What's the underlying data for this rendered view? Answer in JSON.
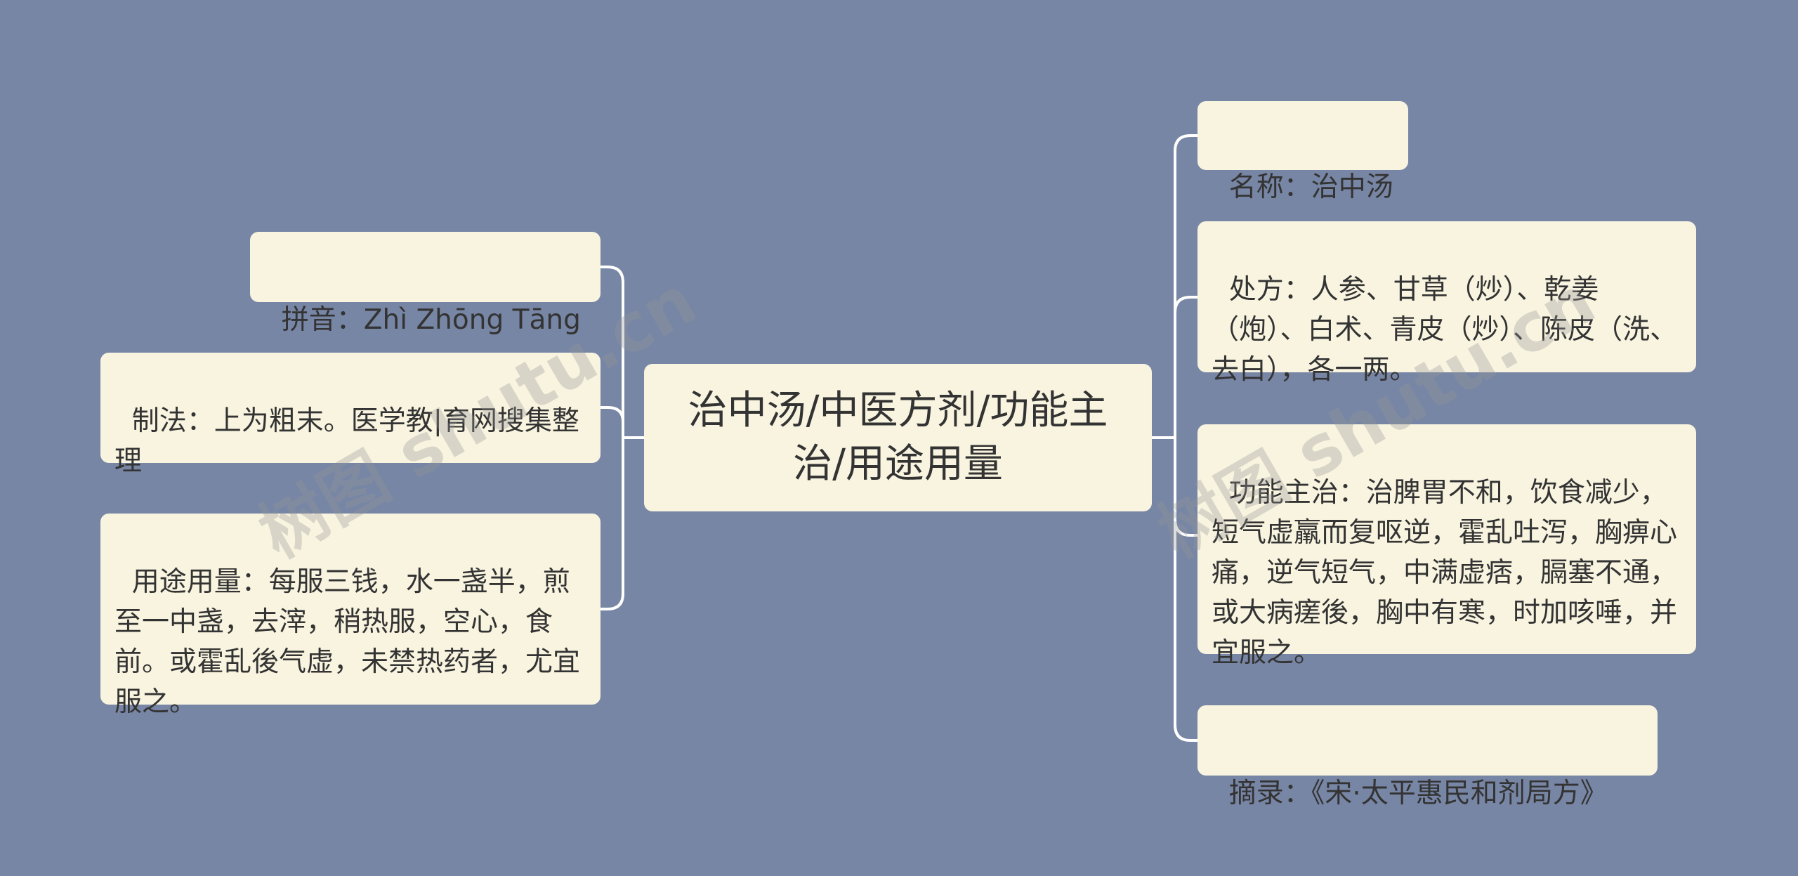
{
  "root": {
    "title": "治中汤/中医方剂/功能主治/用途用量"
  },
  "left_nodes": [
    {
      "text": "拼音：Zhì Zhōng Tāng"
    },
    {
      "text": "制法：上为粗末。医学教|育网搜集整理"
    },
    {
      "text": "用途用量：每服三钱，水一盏半，煎至一中盏，去滓，稍热服，空心，食前。或霍乱後气虚，未禁热药者，尤宜服之。"
    }
  ],
  "right_nodes": [
    {
      "text": "名称：治中汤"
    },
    {
      "text": "处方：人参、甘草（炒）、乾姜（炮）、白术、青皮（炒）、陈皮（洗、去白），各一两。"
    },
    {
      "text": "功能主治：治脾胃不和，饮食减少，短气虚羸而复呕逆，霍乱吐泻，胸痹心痛，逆气短气，中满虚痞，膈塞不通，或大病瘥後，胸中有寒，时加咳唾，并宜服之。"
    },
    {
      "text": "摘录：《宋·太平惠民和剂局方》"
    }
  ],
  "watermark": "树图 shutu.cn",
  "colors": {
    "background": "#7886a5",
    "node": "#f8f4e0",
    "connector": "#ffffff"
  }
}
